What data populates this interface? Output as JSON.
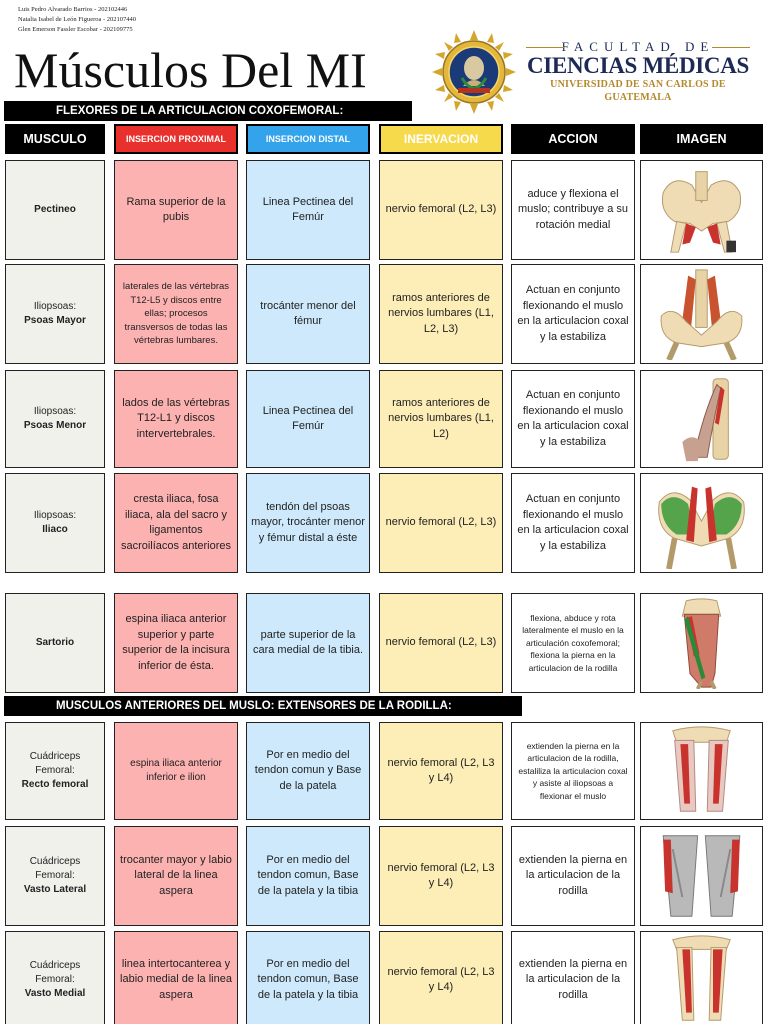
{
  "authors": [
    "Luis Pedro Alvarado Barrios - 202102446",
    "Natalia Isabel de León Figueroa - 202107440",
    "Glen Emerson Fassler Escobar - 202109775"
  ],
  "title": "Músculos Del MI",
  "logo": {
    "line1": "FACULTAD DE",
    "line2": "CIENCIAS MÉDICAS",
    "line3": "UNIVERSIDAD DE SAN CARLOS DE GUATEMALA"
  },
  "sections": {
    "flexores": "FLEXORES DE LA ARTICULACION COXOFEMORAL:",
    "extensores": "MUSCULOS ANTERIORES DEL MUSLO: EXTENSORES DE LA RODILLA:"
  },
  "headers": {
    "musculo": "MUSCULO",
    "proximal": "INSERCION PROXIMAL",
    "distal": "INSERCION DISTAL",
    "inervacion": "INERVACION",
    "accion": "ACCION",
    "imagen": "IMAGEN"
  },
  "colors": {
    "proximal": "#fdb2b2",
    "distal": "#cde9fb",
    "inervacion": "#fdeeb7",
    "musculo": "#f1f1ec",
    "muscle_red": "#c8332e"
  },
  "rows": [
    {
      "group": "",
      "name": "Pectineo",
      "proximal": "Rama superior de la pubis",
      "distal": "Linea Pectinea del Femúr",
      "nerve": "nervio femoral (L2, L3)",
      "action": "aduce y flexiona el muslo; contribuye a su rotación medial",
      "image": "pelvis-pectineo"
    },
    {
      "group": "Iliopsoas:",
      "name": "Psoas Mayor",
      "proximal": "laterales de las vértebras T12-L5 y discos entre ellas; procesos transversos de todas las vértebras lumbares.",
      "distal": "trocánter menor del fémur",
      "nerve": "ramos anteriores de nervios lumbares (L1, L2, L3)",
      "action": "Actuan en conjunto flexionando el muslo en la articulacion coxal y la estabiliza",
      "image": "psoas-mayor"
    },
    {
      "group": "Iliopsoas:",
      "name": "Psoas Menor",
      "proximal": "lados de las vértebras T12-L1 y discos intervertebrales.",
      "distal": "Linea Pectinea del Femúr",
      "nerve": "ramos anteriores de nervios lumbares (L1, L2)",
      "action": "Actuan en conjunto flexionando el muslo en la articulacion coxal y la estabiliza",
      "image": "psoas-menor"
    },
    {
      "group": "Iliopsoas:",
      "name": "Iliaco",
      "proximal": "cresta iliaca, fosa iliaca, ala del sacro y ligamentos sacroilíacos anteriores",
      "distal": "tendón del psoas mayor, trocánter menor y fémur distal a éste",
      "nerve": "nervio femoral (L2, L3)",
      "action": "Actuan en conjunto flexionando el muslo en la articulacion coxal y la estabiliza",
      "image": "iliaco"
    },
    {
      "group": "",
      "name": "Sartorio",
      "proximal": "espina iliaca anterior superior y parte superior de la incisura inferior de ésta.",
      "distal": "parte superior de la cara medial de la tibia.",
      "nerve": "nervio femoral (L2, L3)",
      "action": "flexiona, abduce y rota lateralmente el muslo en la articulación coxofemoral; flexiona la pierna en la articulacion de la rodilla",
      "image": "sartorio"
    },
    {
      "group": "Cuádriceps Femoral:",
      "name": "Recto femoral",
      "proximal": "espina iliaca anterior inferior e ilion",
      "distal": "Por en medio del tendon comun y Base de la patela",
      "nerve": "nervio femoral (L2, L3 y L4)",
      "action": "extienden la pierna en la articulacion de la rodilla, estaliliza la articulacion coxal y asiste al iliopsoas a flexionar el muslo",
      "image": "recto-femoral"
    },
    {
      "group": "Cuádriceps Femoral:",
      "name": "Vasto Lateral",
      "proximal": "trocanter mayor y labio lateral de la linea aspera",
      "distal": "Por en medio del tendon comun, Base de la patela y la tibia",
      "nerve": "nervio femoral (L2, L3 y L4)",
      "action": "extienden la pierna en la articulacion de la rodilla",
      "image": "vasto-lateral"
    },
    {
      "group": "Cuádriceps Femoral:",
      "name": "Vasto Medial",
      "proximal": "linea intertocanterea y labio medial de la linea aspera",
      "distal": "Por en medio del tendon comun, Base de la patela y la tibia",
      "nerve": "nervio femoral (L2, L3 y L4)",
      "action": "extienden la pierna en la articulacion de la rodilla",
      "image": "vasto-medial"
    }
  ]
}
